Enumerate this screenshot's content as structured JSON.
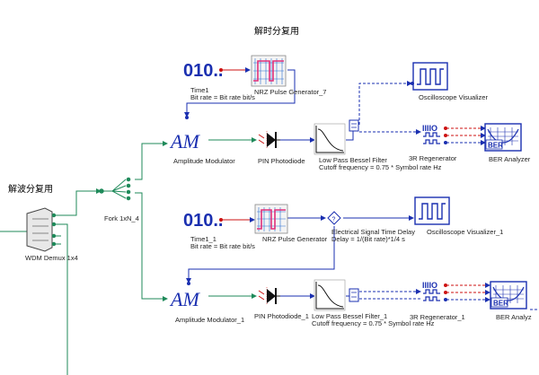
{
  "titles": {
    "top": "解时分复用",
    "left": "解波分复用"
  },
  "components": {
    "wdm_demux": "WDM Demux 1x4",
    "fork": "Fork 1xN_4",
    "time1": "Time1",
    "time1_bitrate": "Bit rate = Bit rate  bit/s",
    "nrz1": "NRZ Pulse Generator_7",
    "osc1": "Oscilloscope Visualizer",
    "am1": "Amplitude Modulator",
    "pin1": "PIN Photodiode",
    "lpf1": "Low Pass Bessel Filter",
    "lpf1_cutoff": "Cutoff frequency = 0.75 * Symbol rate  Hz",
    "reg1": "3R Regenerator",
    "ber1": "BER Analyzer",
    "time2": "Time1_1",
    "time2_bitrate": "Bit rate = Bit rate  bit/s",
    "nrz2": "NRZ Pulse Generator",
    "delay": "Electrical Signal Time Delay",
    "delay_param": "Delay = 1/(Bit rate)*1/4  s",
    "osc2": "Oscilloscope Visualizer_1",
    "am2": "Amplitude Modulator_1",
    "pin2": "PIN Photodiode_1",
    "lpf2": "Low Pass Bessel Filter_1",
    "lpf2_cutoff": "Cutoff frequency = 0.75 * Symbol rate  Hz",
    "reg2": "3R Regenerator_1",
    "ber2": "BER Analyz"
  },
  "icons": {
    "bit_source": "010..",
    "am": "AM",
    "ber": "BER",
    "delay": "?"
  },
  "colors": {
    "electrical_wire": "#1a2fb0",
    "optical_wire": "#1f8a5a",
    "red_wire": "#cc1111",
    "bit_source": "#1a2fb0",
    "nrz_pink": "#e0307a",
    "nrz_grid": "#2a6fd0"
  }
}
